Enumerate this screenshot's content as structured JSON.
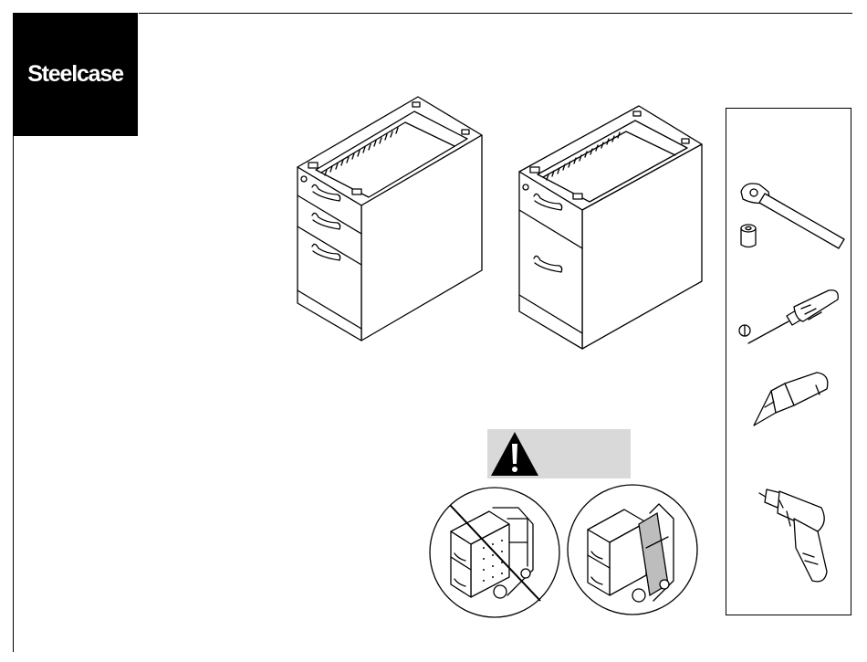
{
  "brand": {
    "logo_text": "Steelcase",
    "colors": {
      "logo_background": "#000000",
      "logo_text": "#ffffff",
      "warning_bar": "#d9d9d9"
    }
  },
  "illustrations": {
    "pedestals": [
      "three-drawer-pedestal",
      "two-drawer-pedestal"
    ],
    "tools": [
      "ratchet-wrench-icon",
      "socket-icon",
      "flathead-screwdriver-icon",
      "screwdriver-bit-icon",
      "power-drill-icon"
    ],
    "warning": {
      "icon": "warning-triangle-icon",
      "incorrect_method": "hand-truck-side-approach",
      "correct_method": "hand-truck-front-approach"
    }
  }
}
